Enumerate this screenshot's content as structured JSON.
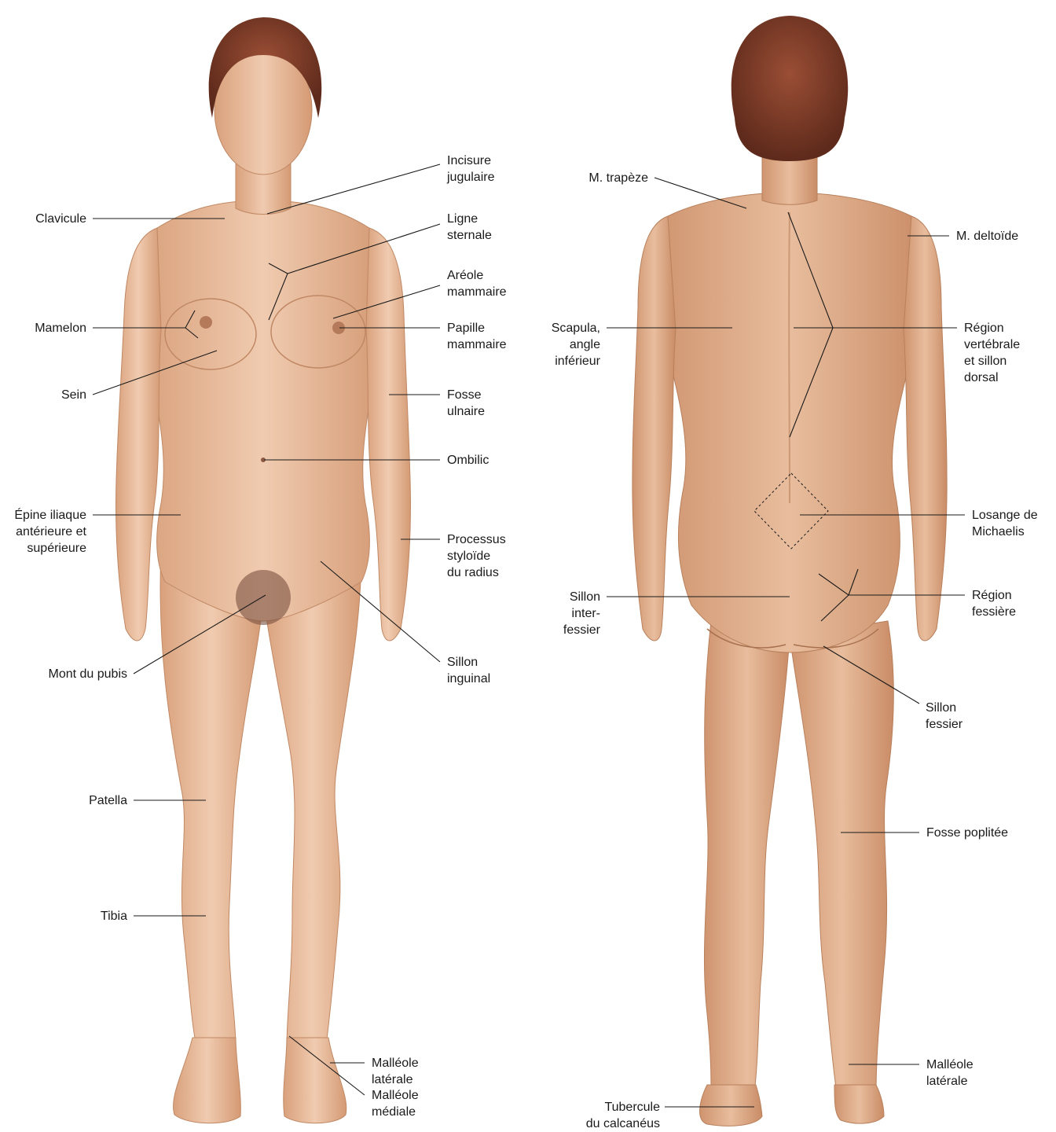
{
  "colors": {
    "background": "#ffffff",
    "skin": "#e7bd9c",
    "skin_shadow": "#c98f6b",
    "hair": "#7a3a28",
    "leader_line": "#1a1a1a",
    "label_text": "#1a1a1a"
  },
  "front_view": {
    "labels": {
      "incisure_jugulaire": "Incisure\njugulaire",
      "clavicule": "Clavicule",
      "ligne_sternale": "Ligne\nsternale",
      "areole_mammaire": "Aréole\nmammaire",
      "mamelon": "Mamelon",
      "papille_mammaire": "Papille\nmammaire",
      "sein": "Sein",
      "fosse_ulnaire": "Fosse\nulnaire",
      "ombilic": "Ombilic",
      "epine_iliaque": "Épine iliaque\nantérieure et\nsupérieure",
      "processus_styloide": "Processus\nstyloïde\ndu radius",
      "mont_du_pubis": "Mont du pubis",
      "sillon_inguinal": "Sillon\ninguinal",
      "patella": "Patella",
      "tibia": "Tibia",
      "malleole_laterale": "Malléole\nlatérale",
      "malleole_mediale": "Malléole\nmédiale"
    }
  },
  "back_view": {
    "labels": {
      "m_trapeze": "M. trapèze",
      "m_deltoide": "M. deltoïde",
      "scapula": "Scapula,\nangle\ninférieur",
      "region_vertebrale": "Région\nvertébrale\net sillon\ndorsal",
      "losange_michaelis": "Losange de\nMichaelis",
      "sillon_interfessier": "Sillon\ninter-\nfessier",
      "region_fessiere": "Région\nfessière",
      "sillon_fessier": "Sillon\nfessier",
      "fosse_poplitee": "Fosse poplitée",
      "malleole_laterale": "Malléole\nlatérale",
      "tubercule_calcaneus": "Tubercule\ndu calcanéus"
    }
  }
}
